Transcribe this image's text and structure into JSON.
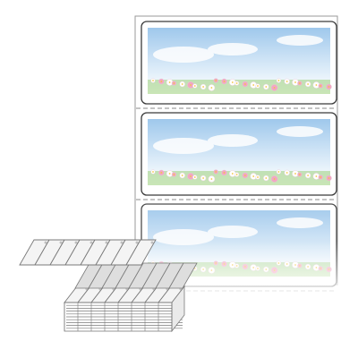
{
  "product": {
    "label_count_shown": 3,
    "colors": {
      "background": "#ffffff",
      "label_border": "#3a3a3a",
      "perforation": "#8a8a8a",
      "sky_top": "#9fc8ec",
      "sky_bottom": "#eef6fc",
      "grass": "#9ccf7a",
      "flower_white": "#ffffff",
      "flower_pink": "#f2a7c3",
      "flower_center": "#f4c542",
      "stack_fill": "#f4f4f4",
      "stack_line": "#7a7a7a"
    },
    "labels": [
      {
        "id": "label-1",
        "design": "sky-and-flowers"
      },
      {
        "id": "label-2",
        "design": "sky-and-flowers"
      },
      {
        "id": "label-3",
        "design": "sky-and-flowers",
        "faded_reflection": true
      }
    ],
    "fanfold_stack": {
      "shown": true
    }
  }
}
